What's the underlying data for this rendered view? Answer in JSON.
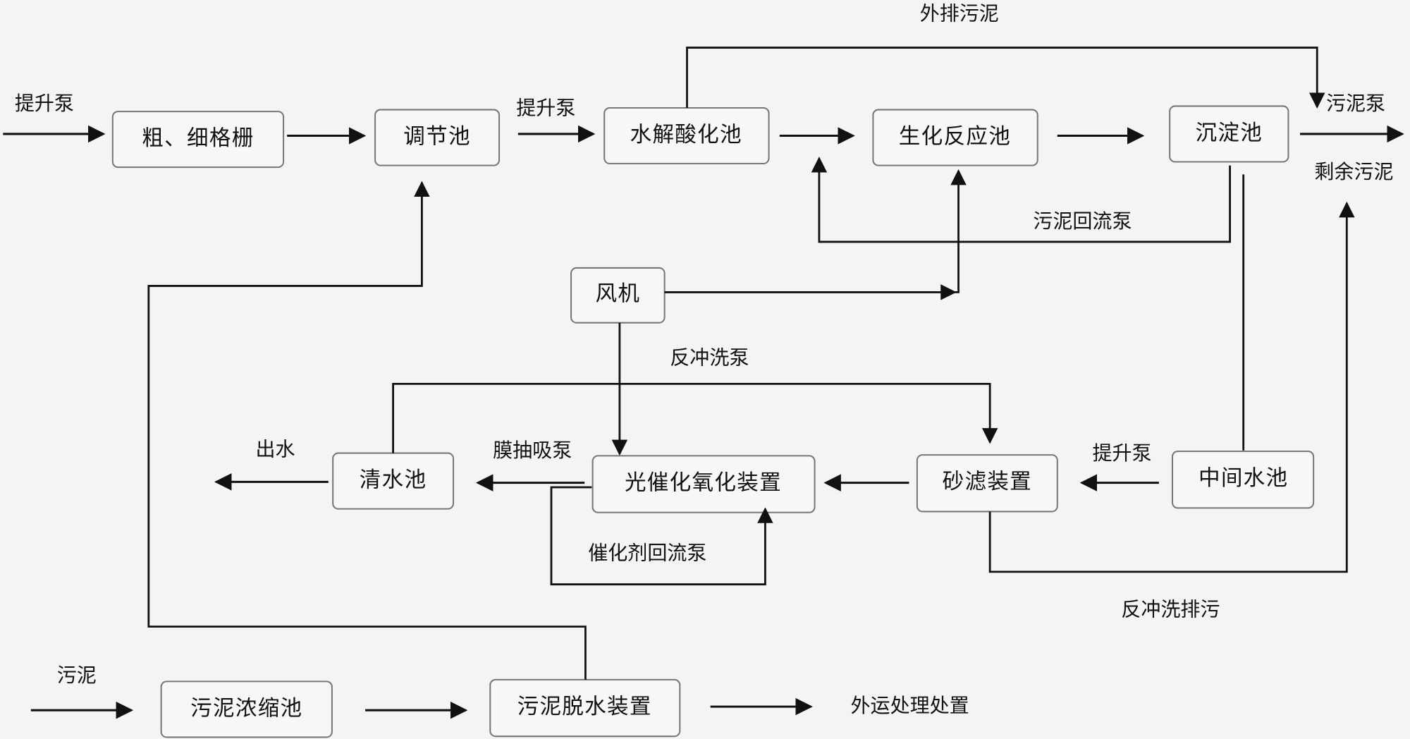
{
  "diagram": {
    "nodes": {
      "coarse_fine_grid": "粗、细格栅",
      "regulating_tank": "调节池",
      "hydrolysis_tank": "水解酸化池",
      "biochemical_tank": "生化反应池",
      "sedimentation_tank": "沉淀池",
      "blower": "风机",
      "clear_water_tank": "清水池",
      "photocatalytic_device": "光催化氧化装置",
      "sand_filter": "砂滤装置",
      "intermediate_tank": "中间水池",
      "sludge_thickener": "污泥浓缩池",
      "sludge_dewatering": "污泥脱水装置"
    },
    "labels": {
      "lift_pump_inlet": "提升泵",
      "lift_pump_mid": "提升泵",
      "external_sludge": "外排污泥",
      "sludge_pump": "污泥泵",
      "excess_sludge": "剩余污泥",
      "sludge_return_pump": "污泥回流泵",
      "backwash_pump": "反冲洗泵",
      "outlet_water": "出水",
      "membrane_suction_pump": "膜抽吸泵",
      "catalyst_return_pump": "催化剂回流泵",
      "lift_pump_intermediate": "提升泵",
      "backwash_discharge": "反冲洗排污",
      "sludge": "污泥",
      "external_transport": "外运处理处置"
    }
  }
}
